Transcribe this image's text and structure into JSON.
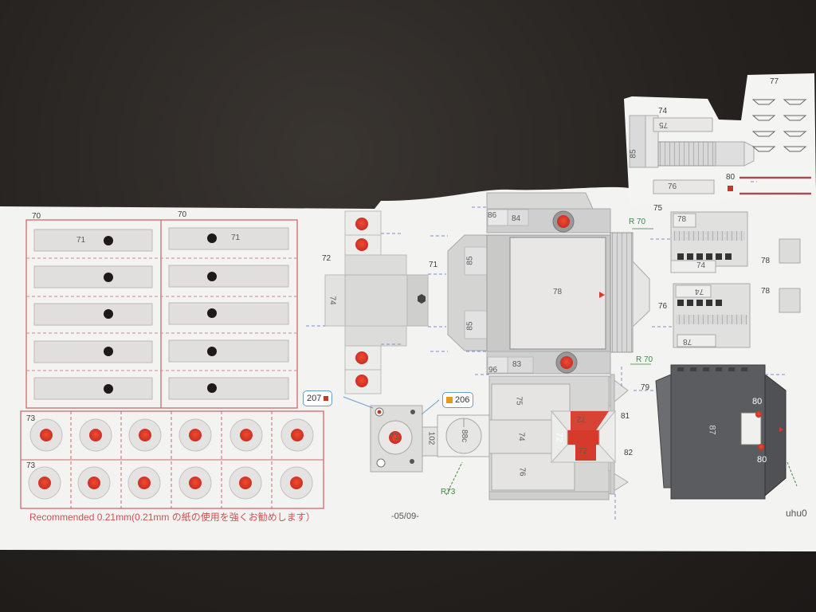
{
  "sheet": {
    "recommendation": "Recommended 0.21mm(0.21mm の紙の使用を強くお勧めします）",
    "page_number": "-05/09-",
    "watermark": "uhu0"
  },
  "labels": {
    "p70a": "70",
    "p70b": "70",
    "p71_left": "71",
    "p71_right": "71",
    "p71_main": "71",
    "p72": "72",
    "p74_small": "74",
    "p73a": "73",
    "p73b": "73",
    "p86": "86",
    "p84": "84",
    "p85a": "85",
    "p85b": "85",
    "p78_main": "78",
    "p96": "96",
    "p83": "83",
    "p75_top": "75",
    "p74_top": "74",
    "p76_top": "76",
    "p85_top": "85",
    "p77": "77",
    "p80_top": "80",
    "p75_bottom": "75",
    "p78_r1": "78",
    "p74_r1": "74",
    "p78_side1": "78",
    "p76_r2": "76",
    "p74_r2": "74",
    "p78_r2": "78",
    "p78_side2": "78",
    "p79": "79",
    "p87": "87",
    "p80a": "80",
    "p80b": "80",
    "p75_low": "75",
    "p74_low": "74",
    "p76_low": "76",
    "p72_a": "72",
    "p72_b": "72",
    "p72_c": "72",
    "p81": "81",
    "p82": "82",
    "p73_center": "73",
    "p102": "102",
    "p88c": "88c",
    "r70_top": "R 70",
    "r70_bottom": "R 70",
    "r73": "R73"
  },
  "callouts": {
    "c207": {
      "text": "207",
      "marker_color": "#c0392b"
    },
    "c206": {
      "text": "206",
      "marker_color": "#e69a1a"
    }
  },
  "colors": {
    "red_dot": "#d93a2a",
    "cut_line": "#c85a5a",
    "fold_line": "#6c7bd1",
    "paper": "#f4f4f3",
    "dark_panel": "#5a5c60"
  }
}
